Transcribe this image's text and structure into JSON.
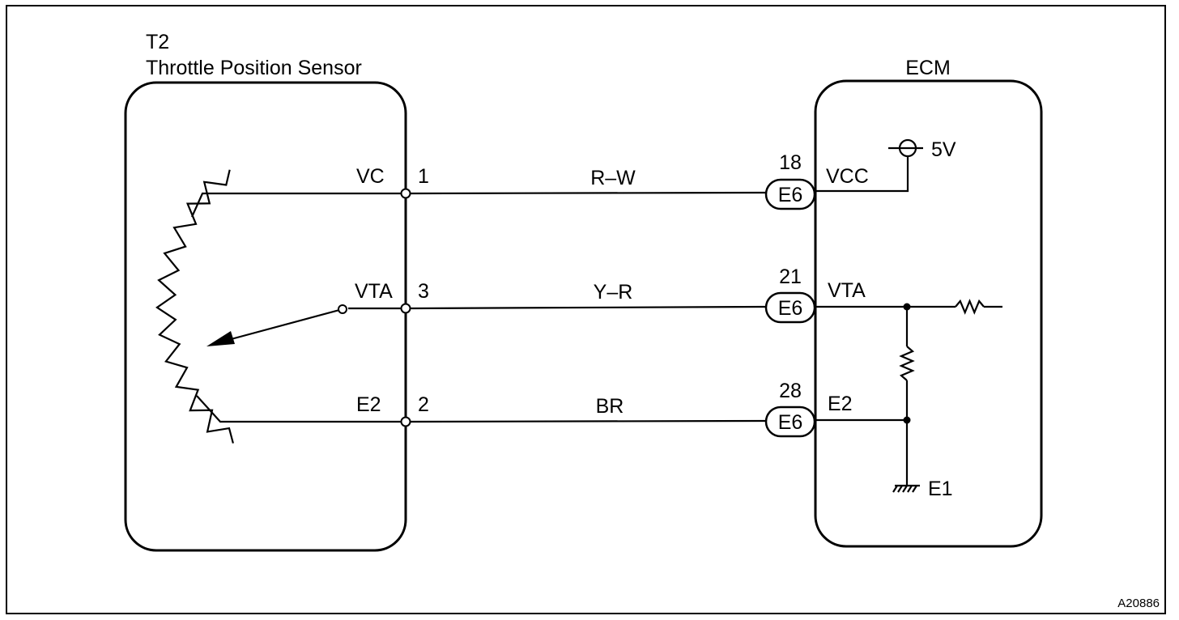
{
  "sensor": {
    "code": "T2",
    "name": "Throttle Position Sensor",
    "pins": [
      {
        "label": "VC",
        "number": "1"
      },
      {
        "label": "VTA",
        "number": "3"
      },
      {
        "label": "E2",
        "number": "2"
      }
    ]
  },
  "wires": [
    {
      "color": "R–W"
    },
    {
      "color": "Y–R"
    },
    {
      "color": "BR"
    }
  ],
  "ecm": {
    "name": "ECM",
    "connectors": [
      {
        "pin": "18",
        "code": "E6",
        "terminal": "VCC"
      },
      {
        "pin": "21",
        "code": "E6",
        "terminal": "VTA"
      },
      {
        "pin": "28",
        "code": "E6",
        "terminal": "E2"
      }
    ],
    "supply": "5V",
    "ground": "E1"
  },
  "figure_id": "A20886"
}
